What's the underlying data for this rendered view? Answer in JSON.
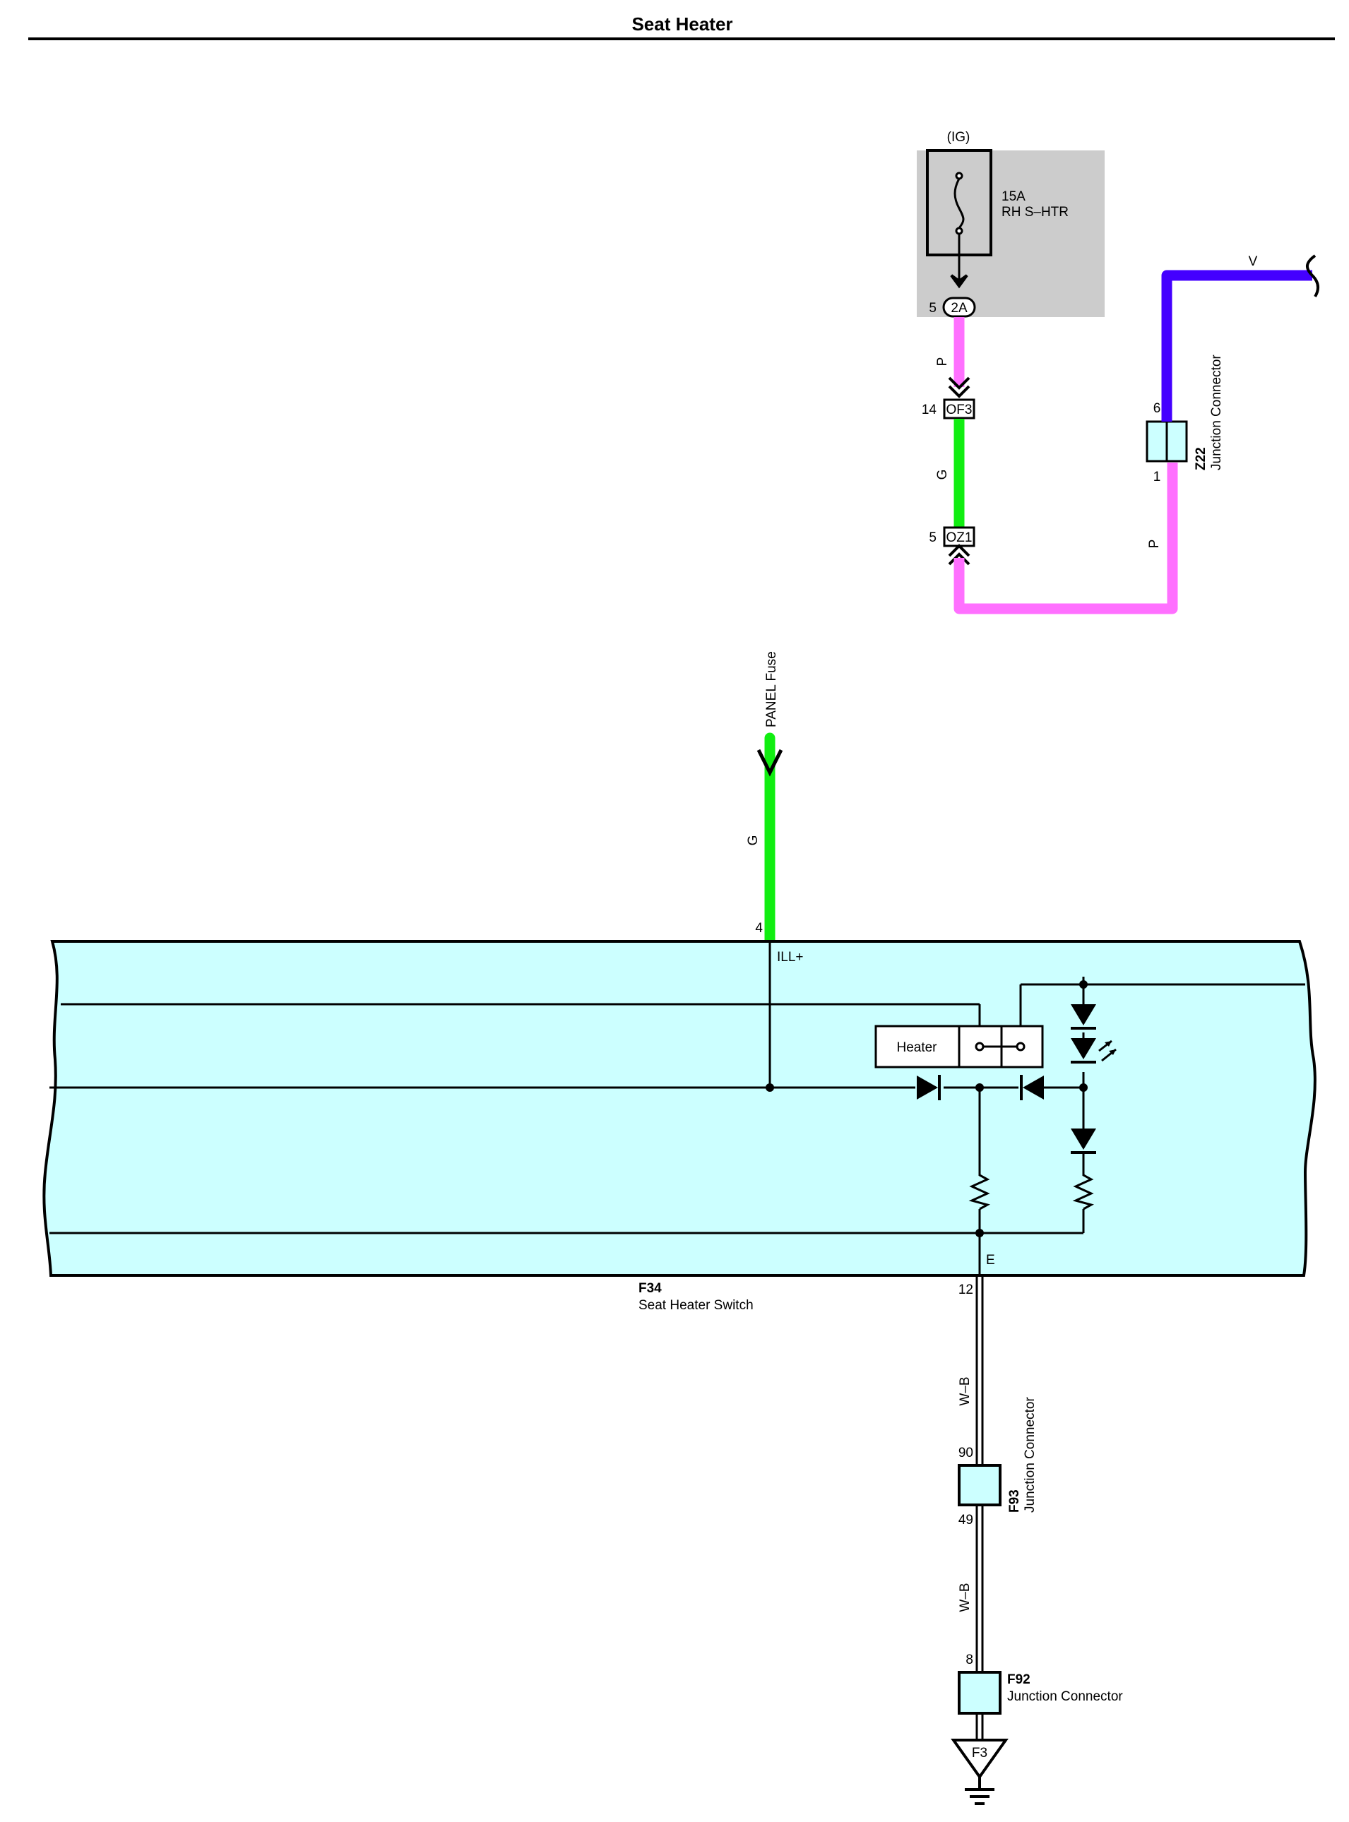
{
  "title": "Seat Heater",
  "colors": {
    "pink": "#FF70FF",
    "green": "#11EE11",
    "violet": "#4400FF",
    "fuse_box": "#CCCCCC",
    "component_fill": "#CCFFFF",
    "line": "#000000"
  },
  "power": {
    "ig_label": "(IG)",
    "fuse_rating": "15A",
    "fuse_name": "RH S–HTR",
    "panel_fuse_label": "PANEL Fuse"
  },
  "connectors": {
    "c2a": {
      "id": "2A",
      "pin": "5"
    },
    "of3": {
      "id": "OF3",
      "pin": "14"
    },
    "oz1": {
      "id": "OZ1",
      "pin": "5"
    },
    "z22": {
      "id": "Z22",
      "name": "Junction Connector",
      "pin_top": "6",
      "pin_bottom": "1"
    },
    "f93": {
      "id": "F93",
      "name": "Junction Connector",
      "pin_top": "90",
      "pin_bottom": "49"
    },
    "f92": {
      "id": "F92",
      "name": "Junction Connector",
      "pin_top": "8"
    },
    "ground": {
      "id": "F3"
    }
  },
  "wires": {
    "p1": "P",
    "g1": "G",
    "p2": "P",
    "v1": "V",
    "g2": "G",
    "wb1": "W–B",
    "wb2": "W–B"
  },
  "component": {
    "id": "F34",
    "name": "Seat Heater Switch",
    "heater_label": "Heater",
    "ill_label": "ILL+",
    "e_label": "E",
    "pin_ill": "4",
    "pin_e": "12"
  }
}
